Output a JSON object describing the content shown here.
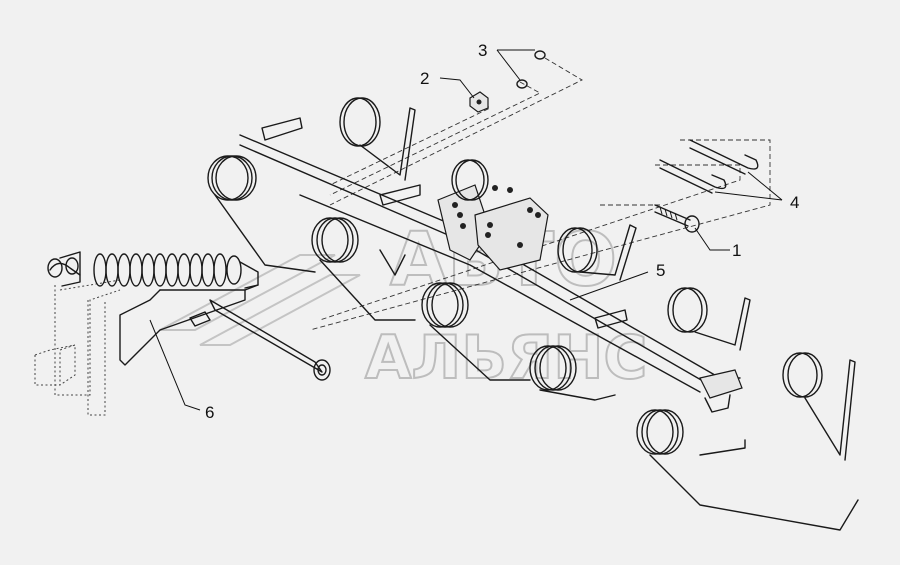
{
  "watermark": {
    "line1": "АВТО",
    "line2": "АЛЬЯНС"
  },
  "callouts": [
    {
      "id": "1",
      "label": "1"
    },
    {
      "id": "2",
      "label": "2"
    },
    {
      "id": "3",
      "label": "3"
    },
    {
      "id": "4",
      "label": "4"
    },
    {
      "id": "5",
      "label": "5"
    },
    {
      "id": "6",
      "label": "6"
    }
  ],
  "colors": {
    "background": "#f1f1f1",
    "line": "#1a1a1a",
    "watermark": "#bdbdbd"
  }
}
